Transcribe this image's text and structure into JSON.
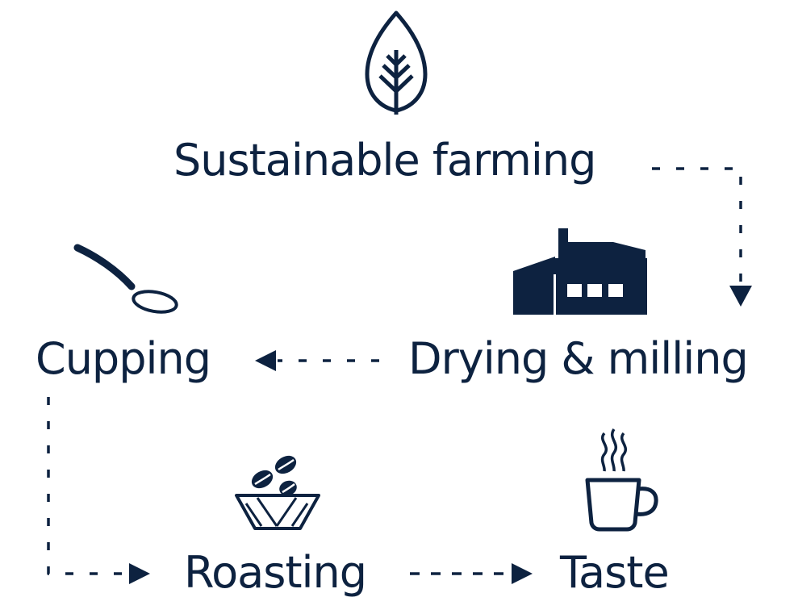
{
  "colors": {
    "ink": "#0d2240",
    "background": "#ffffff"
  },
  "steps": {
    "farming": {
      "label": "Sustainable farming",
      "icon": "leaf-icon"
    },
    "drying": {
      "label": "Drying & milling",
      "icon": "factory-icon"
    },
    "cupping": {
      "label": "Cupping",
      "icon": "spoon-icon"
    },
    "roasting": {
      "label": "Roasting",
      "icon": "coffee-beans-bowl-icon"
    },
    "taste": {
      "label": "Taste",
      "icon": "steaming-cup-icon"
    }
  },
  "flow": [
    {
      "from": "Sustainable farming",
      "to": "Drying & milling"
    },
    {
      "from": "Drying & milling",
      "to": "Cupping"
    },
    {
      "from": "Cupping",
      "to": "Roasting"
    },
    {
      "from": "Roasting",
      "to": "Taste"
    }
  ]
}
